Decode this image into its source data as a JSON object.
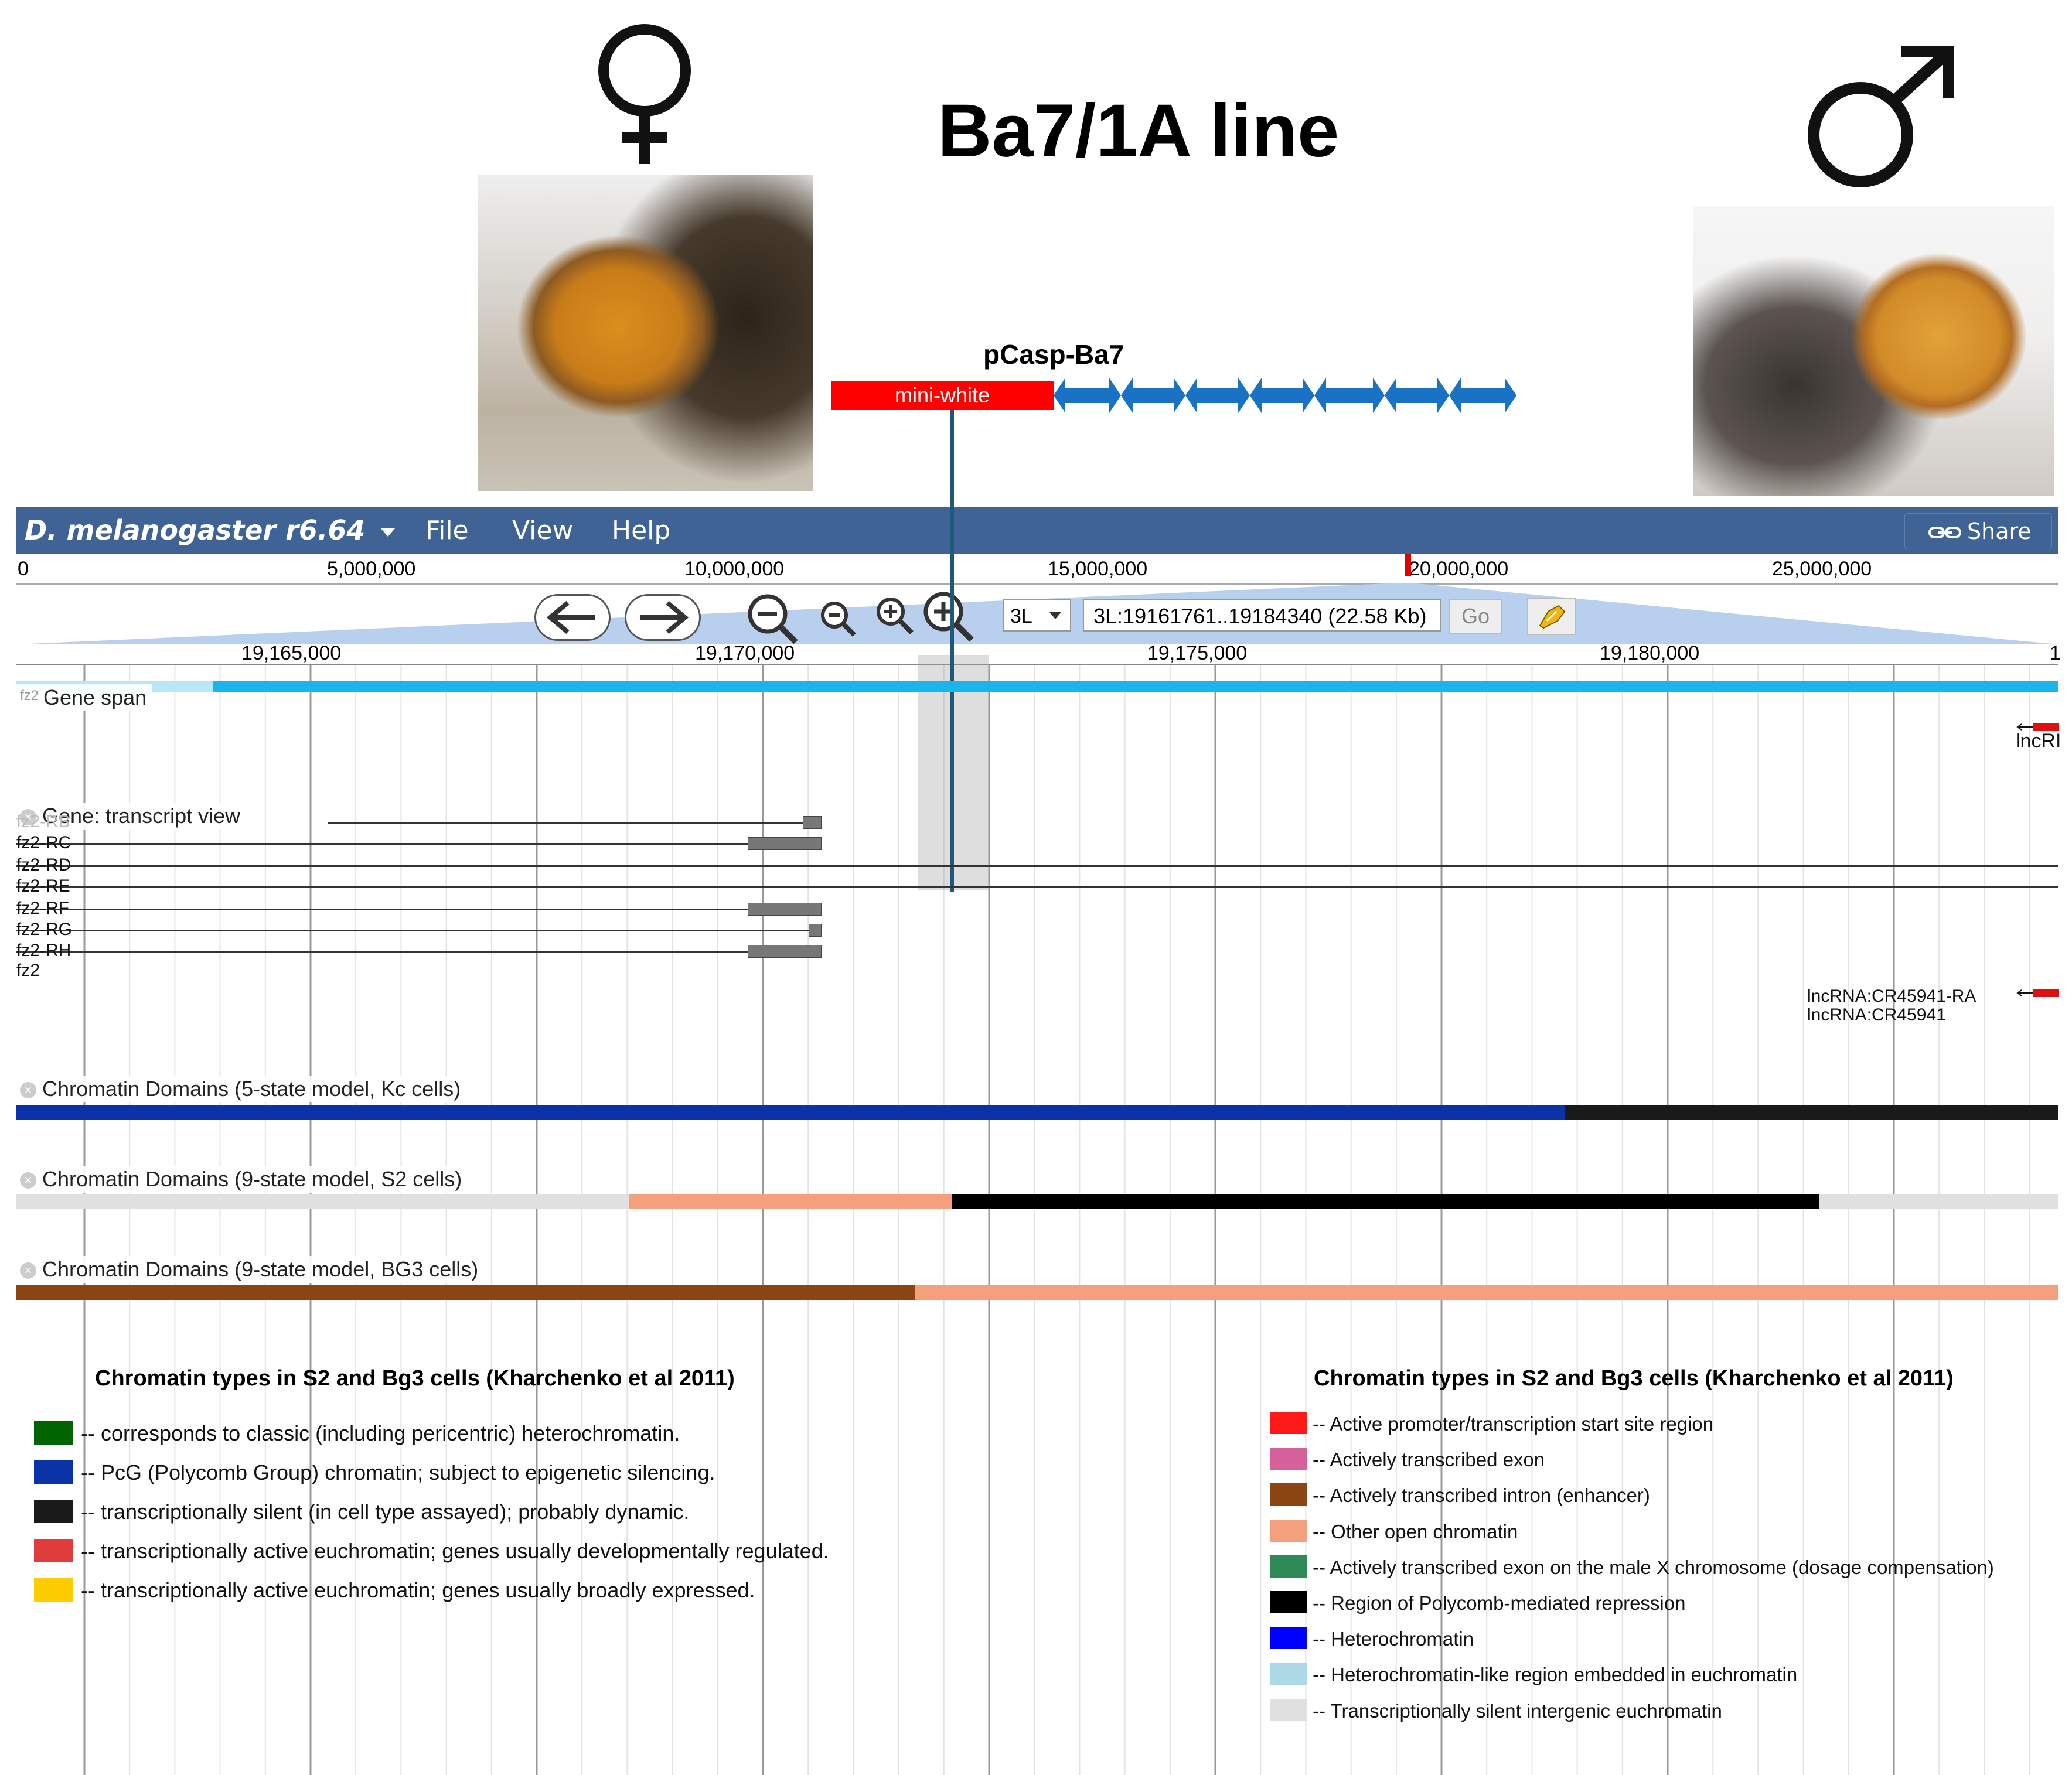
{
  "figure": {
    "title": "Ba7/1A line",
    "female_symbol": "♀",
    "male_symbol": "♂",
    "construct_label": "pCasp-Ba7",
    "mini_white_label": "mini-white"
  },
  "browser": {
    "app_title": "D. melanogaster r6.64",
    "menu": {
      "file": "File",
      "view": "View",
      "help": "Help"
    },
    "share_label": "Share",
    "overview_ticks": [
      "0",
      "5,000,000",
      "10,000,000",
      "15,000,000",
      "20,000,000",
      "25,000,000"
    ],
    "chromosome": "3L",
    "location": "3L:19161761..19184340 (22.58 Kb)",
    "go_label": "Go",
    "detail_ticks": [
      "19,165,000",
      "19,170,000",
      "19,175,000",
      "19,180,000",
      "1"
    ],
    "tracks": {
      "gene_span": "Gene span",
      "gene_span_tag": "fz2",
      "transcript_view": "Gene: transcript view",
      "chromatin_5state_kc": "Chromatin Domains (5-state model, Kc cells)",
      "chromatin_9state_s2": "Chromatin Domains (9-state model, S2 cells)",
      "chromatin_9state_bg3": "Chromatin Domains (9-state model, BG3 cells)"
    },
    "transcripts": [
      "fz2-RB",
      "fz2-RC",
      "fz2-RD",
      "fz2-RE",
      "fz2-RF",
      "fz2-RG",
      "fz2-RH"
    ],
    "gene_name": "fz2",
    "lnc_short": "lncRI",
    "lnc_transcript": "lncRNA:CR45941-RA",
    "lnc_gene": "lncRNA:CR45941"
  },
  "legend_5state": {
    "title": "Chromatin types in S2 and Bg3 cells (Kharchenko et al 2011)",
    "items": [
      {
        "color": "#006400",
        "text": "-- corresponds to classic (including pericentric) heterochromatin."
      },
      {
        "color": "#0a33a8",
        "text": "-- PcG (Polycomb Group) chromatin; subject to epigenetic silencing."
      },
      {
        "color": "#1a1a1a",
        "text": "-- transcriptionally silent (in cell type assayed); probably dynamic."
      },
      {
        "color": "#e03c3c",
        "text": "-- transcriptionally active euchromatin; genes usually developmentally regulated."
      },
      {
        "color": "#ffcc00",
        "text": "-- transcriptionally active euchromatin; genes usually broadly expressed."
      }
    ]
  },
  "legend_9state": {
    "title": "Chromatin types in S2 and Bg3 cells (Kharchenko et al 2011)",
    "items": [
      {
        "color": "#ff1a1a",
        "text": "-- Active promoter/transcription start site region"
      },
      {
        "color": "#d5609a",
        "text": "-- Actively transcribed exon"
      },
      {
        "color": "#8b4513",
        "text": "-- Actively transcribed intron (enhancer)"
      },
      {
        "color": "#f5a07c",
        "text": "-- Other open chromatin"
      },
      {
        "color": "#2e8b57",
        "text": "-- Actively transcribed exon on the male X chromosome (dosage compensation)"
      },
      {
        "color": "#000000",
        "text": "-- Region of Polycomb-mediated repression"
      },
      {
        "color": "#0000ff",
        "text": "-- Heterochromatin"
      },
      {
        "color": "#add8e6",
        "text": "-- Heterochromatin-like region embedded in euchromatin"
      },
      {
        "color": "#e0e0e0",
        "text": "-- Transcriptionally silent intergenic euchromatin"
      }
    ]
  },
  "colors": {
    "menubar": "#3f6395",
    "gene_span": "#19b5ec",
    "domain_kc_blue": "#0a33a8",
    "domain_kc_black": "#1a1a1a",
    "domain_s2_light": "#e0e0e0",
    "domain_s2_salmon": "#f5a07c",
    "domain_s2_black": "#000000",
    "domain_bg3_brown": "#8b4513",
    "domain_bg3_salmon": "#f5a07c",
    "construct_arrows": "#1a72c4"
  }
}
